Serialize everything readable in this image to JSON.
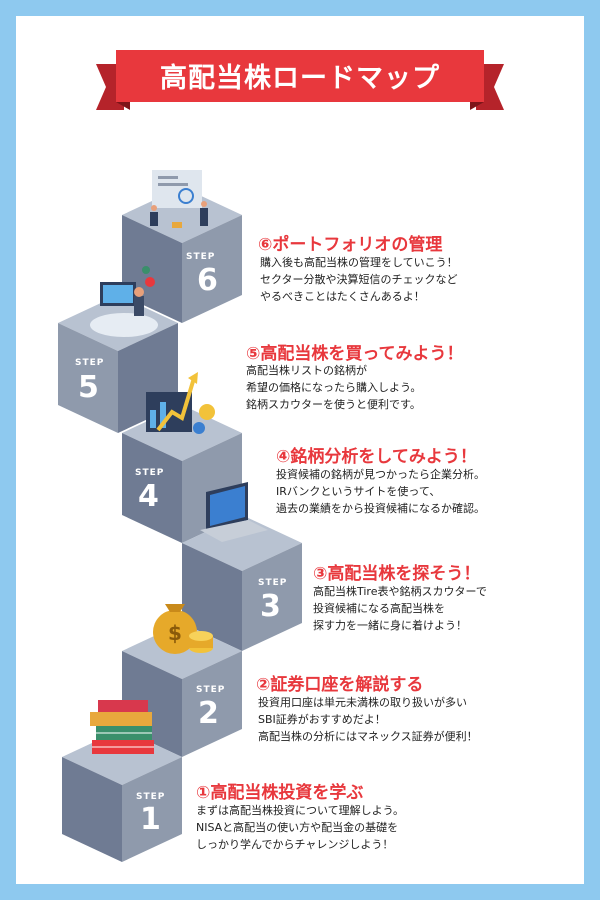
{
  "title": "高配当株ロードマップ",
  "step_label": "STEP",
  "steps": [
    {
      "num": "1",
      "title": "①高配当株投資を学ぶ",
      "lines": [
        "まずは高配当株投資について理解しよう。",
        "NISAと高配当の使い方や配当金の基礎を",
        "しっかり学んでからチャレンジしよう！"
      ],
      "icon": "books-icon"
    },
    {
      "num": "2",
      "title": "②証券口座を解説する",
      "lines": [
        "投資用口座は単元未満株の取り扱いが多い",
        "SBI証券がおすすめだよ！",
        "高配当株の分析にはマネックス証券が便利！"
      ],
      "icon": "money-bag-icon"
    },
    {
      "num": "3",
      "title": "③高配当株を探そう！",
      "lines": [
        "高配当株Tire表や銘柄スカウターで",
        "投資候補になる高配当株を",
        "探す力を一緒に身に着けよう！"
      ],
      "icon": "laptop-icon"
    },
    {
      "num": "4",
      "title": "④銘柄分析をしてみよう！",
      "lines": [
        "投資候補の銘柄が見つかったら企業分析。",
        "IRバンクというサイトを使って、",
        "過去の業績をから投資候補になるか確認。"
      ],
      "icon": "growth-chart-icon"
    },
    {
      "num": "5",
      "title": "⑤高配当株を買ってみよう！",
      "lines": [
        "高配当株リストの銘柄が",
        "希望の価格になったら購入しよう。",
        "銘柄スカウターを使うと便利です。"
      ],
      "icon": "workstation-icon"
    },
    {
      "num": "6",
      "title": "⑥ポートフォリオの管理",
      "lines": [
        "購入後も高配当株の管理をしていこう！",
        "セクター分散や決算短信のチェックなど",
        "やるべきことはたくさんあるよ！"
      ],
      "icon": "team-analysis-icon"
    }
  ],
  "colors": {
    "background": "#8ec9ef",
    "ribbon": "#e8383d",
    "title_text": "#e8383d",
    "block_front": "#8f9aac",
    "block_top": "#b8c2d1",
    "block_side": "#66718a"
  }
}
